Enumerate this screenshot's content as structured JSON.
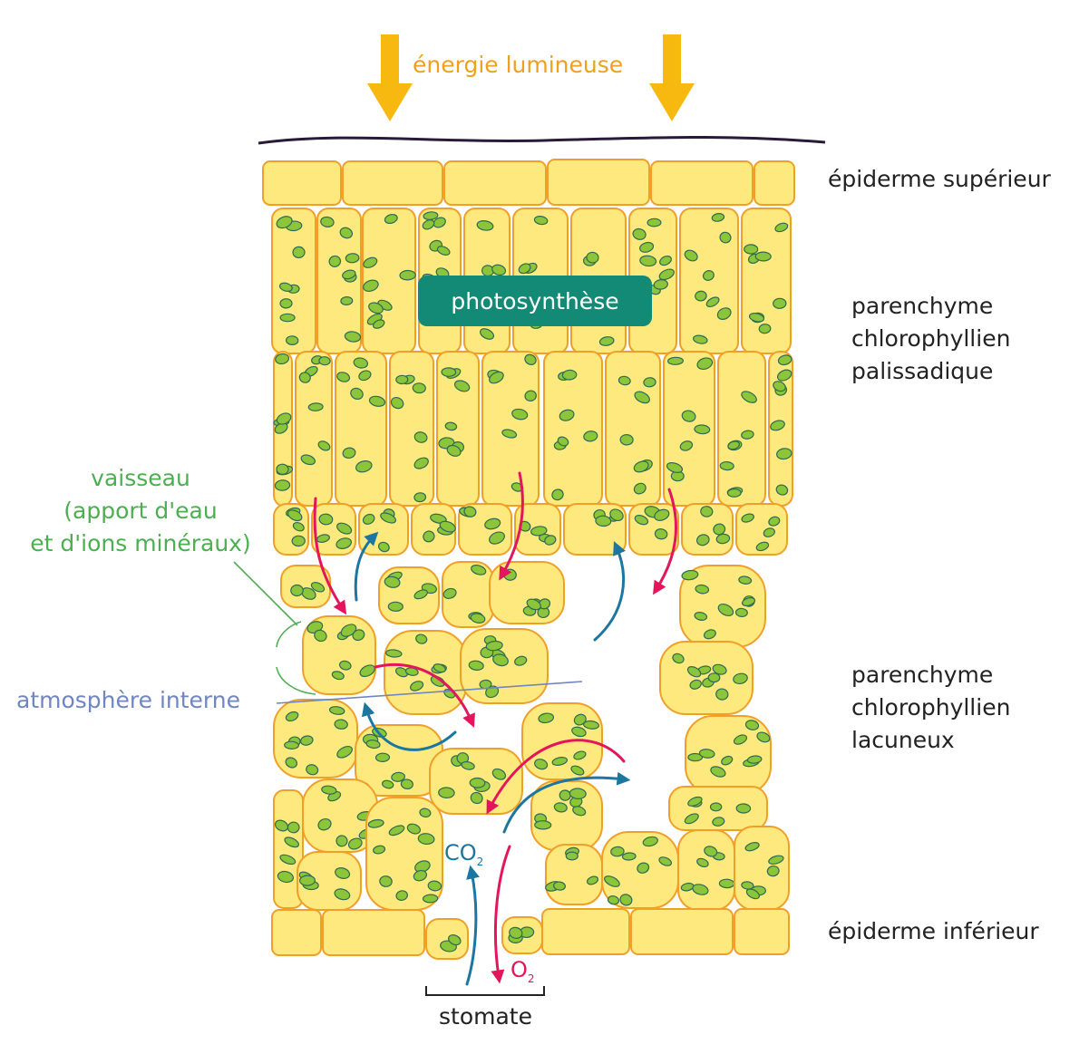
{
  "title": "énergie lumineuse",
  "process": "photosynthèse",
  "labels": {
    "upper_epidermis": "épiderme supérieur",
    "palisade_line1": "parenchyme",
    "palisade_line2": "chlorophyllien",
    "palisade_line3": "palissadique",
    "spongy_line1": "parenchyme",
    "spongy_line2": "chlorophyllien",
    "spongy_line3": "lacuneux",
    "lower_epidermis": "épiderme inférieur",
    "vessel_line1": "vaisseau",
    "vessel_line2": "(apport d'eau",
    "vessel_line3": "et d'ions minéraux)",
    "internal_atmosphere": "atmosphère interne",
    "stomate": "stomate"
  },
  "gases": {
    "co2_main": "CO",
    "co2_sub": "2",
    "o2_main": "O",
    "o2_sub": "2"
  },
  "colors": {
    "light_arrow": "#f7b90f",
    "cell_fill": "#fde97e",
    "cell_stroke": "#f0a029",
    "chloroplast_fill": "#8cc43a",
    "chloroplast_stroke": "#2f6b4f",
    "co2_flow": "#1b76a0",
    "o2_flow": "#e3165b",
    "badge": "#138a75",
    "vessel_label": "#4caf50",
    "atmosphere_label": "#6f86c2"
  }
}
